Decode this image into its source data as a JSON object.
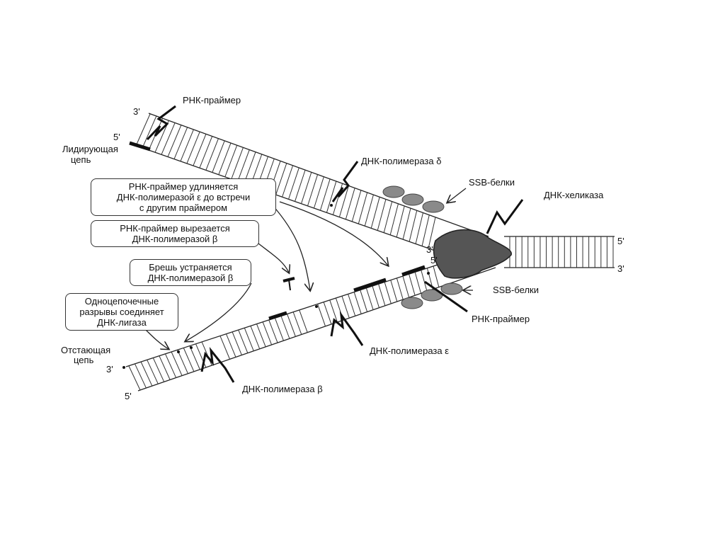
{
  "labels": {
    "rna_primer_top": "РНК-праймер",
    "leading_3": "3'",
    "leading_5": "5'",
    "leading_strand_1": "Лидирующая",
    "leading_strand_2": "цепь",
    "dna_pol_delta": "ДНК-полимераза δ",
    "ssb_top": "SSB-белки",
    "helicase": "ДНК-хеликаза",
    "right_5": "5'",
    "right_3": "3'",
    "fork_3": "3'",
    "fork_5": "5'",
    "ssb_bottom": "SSB-белки",
    "rna_primer_bottom": "РНК-праймер",
    "dna_pol_epsilon": "ДНК-полимераза ε",
    "lagging_strand_1": "Отстающая",
    "lagging_strand_2": "цепь",
    "lagging_3": "3'",
    "lagging_5": "5'",
    "dna_pol_beta": "ДНК-полимераза β"
  },
  "boxes": {
    "extend": [
      "РНК-праймер удлиняется",
      "ДНК-полимеразой ε до встречи",
      "с другим праймером"
    ],
    "excise": [
      "РНК-праймер вырезается",
      "ДНК-полимеразой β"
    ],
    "gap": [
      "Брешь устраняется",
      "ДНК-полимеразой β"
    ],
    "ligase": [
      "Одноцепочечные",
      "разрывы соединяет",
      "ДНК-лигаза"
    ]
  },
  "colors": {
    "ink": "#111111",
    "helicase": "#555555",
    "ssb": "#8a8a8a"
  }
}
